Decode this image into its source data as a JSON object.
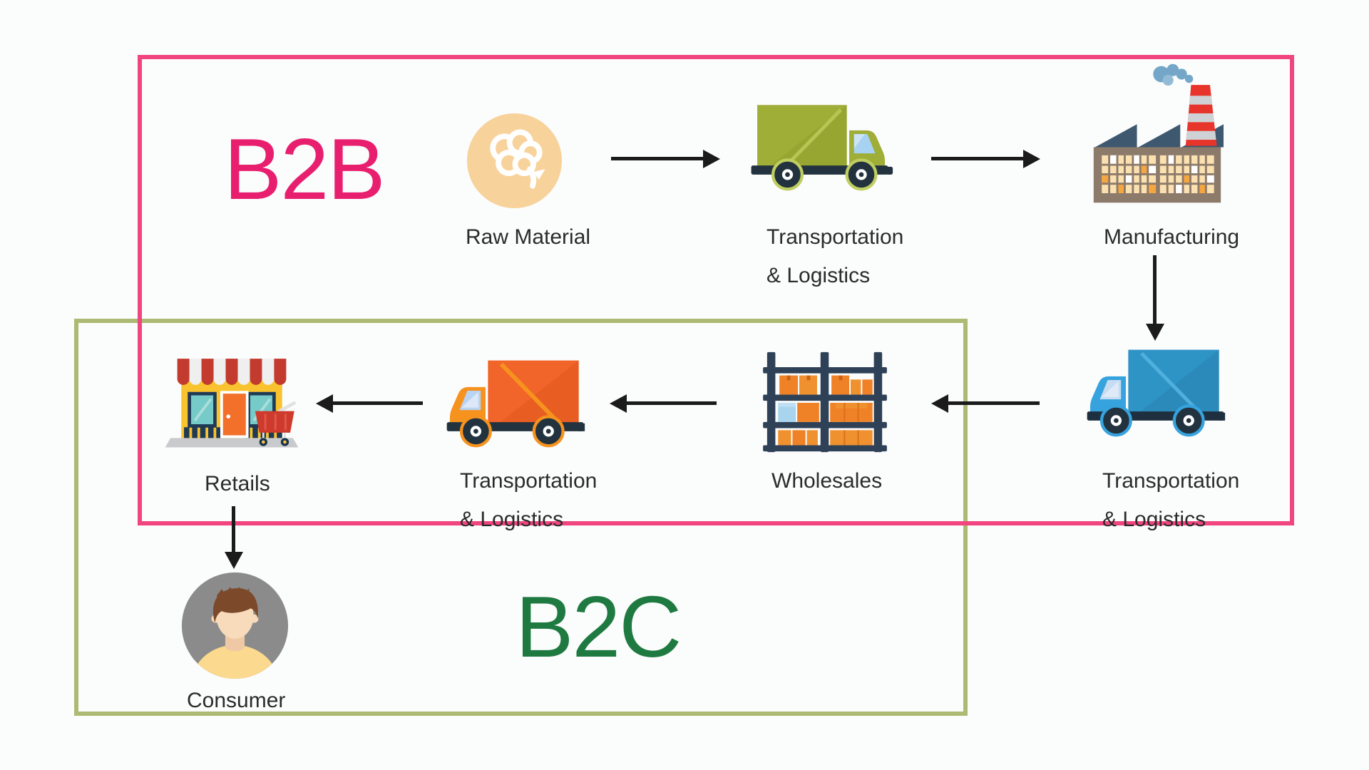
{
  "diagram": {
    "background_color": "#FBFCFC",
    "arrow_color": "#1B1B1B",
    "label_color": "#2B2B2B",
    "groups": [
      {
        "id": "b2b",
        "label": "B2B",
        "text_color": "#E81F6E",
        "border_color": "#F0457F"
      },
      {
        "id": "b2c",
        "label": "B2C",
        "text_color": "#1F7A41",
        "border_color": "#ADBA74"
      }
    ],
    "nodes": [
      {
        "id": "raw-material",
        "label": "Raw Material",
        "icon": "cotton-icon",
        "groups": [
          "b2b"
        ]
      },
      {
        "id": "transportation-1",
        "label_line1": "Transportation",
        "label_line2": "& Logistics",
        "icon": "green-truck-icon",
        "groups": [
          "b2b"
        ]
      },
      {
        "id": "manufacturing",
        "label": "Manufacturing",
        "icon": "factory-icon",
        "groups": [
          "b2b"
        ]
      },
      {
        "id": "transportation-2",
        "label_line1": "Transportation",
        "label_line2": "& Logistics",
        "icon": "blue-truck-icon",
        "groups": [
          "b2b"
        ]
      },
      {
        "id": "wholesales",
        "label": "Wholesales",
        "icon": "warehouse-rack-icon",
        "groups": [
          "b2b",
          "b2c"
        ]
      },
      {
        "id": "transportation-3",
        "label_line1": "Transportation",
        "label_line2": "& Logistics",
        "icon": "orange-truck-icon",
        "groups": [
          "b2b",
          "b2c"
        ]
      },
      {
        "id": "retails",
        "label": "Retails",
        "icon": "store-icon",
        "groups": [
          "b2b",
          "b2c"
        ]
      },
      {
        "id": "consumer",
        "label": "Consumer",
        "icon": "person-icon",
        "groups": [
          "b2c"
        ]
      }
    ],
    "edges": [
      {
        "from": "raw-material",
        "to": "transportation-1",
        "direction": "right"
      },
      {
        "from": "transportation-1",
        "to": "manufacturing",
        "direction": "right"
      },
      {
        "from": "manufacturing",
        "to": "transportation-2",
        "direction": "down"
      },
      {
        "from": "transportation-2",
        "to": "wholesales",
        "direction": "left"
      },
      {
        "from": "wholesales",
        "to": "transportation-3",
        "direction": "left"
      },
      {
        "from": "transportation-3",
        "to": "retails",
        "direction": "left"
      },
      {
        "from": "retails",
        "to": "consumer",
        "direction": "down"
      }
    ]
  }
}
